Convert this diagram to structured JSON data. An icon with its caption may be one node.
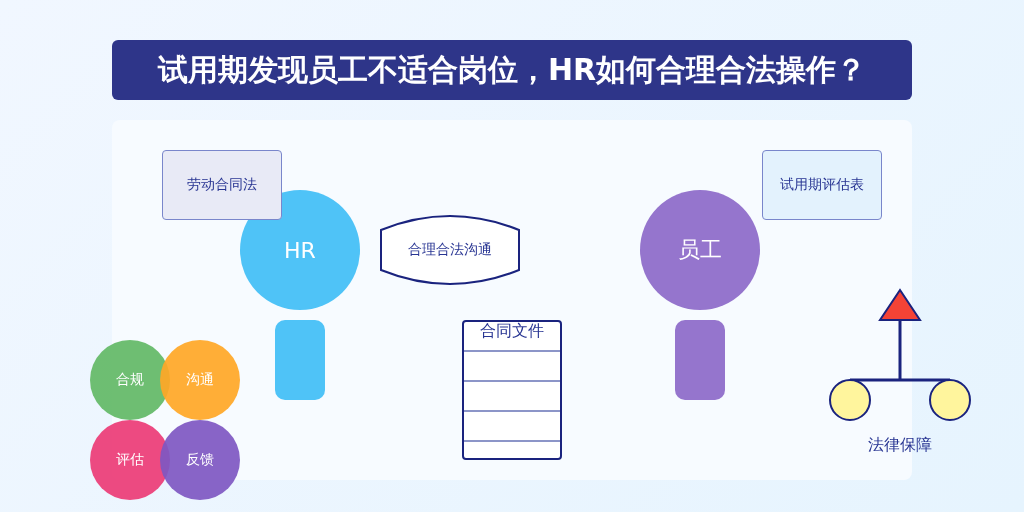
{
  "diagram": {
    "title": "试用期发现员工不适合岗位，HR如何合理合法操作？",
    "nodes": [
      {
        "text": [
          "劳动合同法"
        ]
      },
      {
        "text": [
          "试用期评估表"
        ]
      },
      {
        "text": [
          "HR"
        ]
      },
      {
        "text": [
          "合理合法沟通"
        ]
      },
      {
        "text": [
          "员工"
        ]
      },
      {
        "text": [],
        "shape": "box"
      },
      {
        "text": [
          "合同文件"
        ]
      },
      {
        "text": [],
        "shape": "box"
      },
      {
        "text": [
          "合规"
        ]
      },
      {
        "text": [
          "沟通"
        ]
      },
      {
        "text": [
          "评估"
        ]
      },
      {
        "text": [
          "反馈"
        ]
      }
    ],
    "labels": [
      "法律保障"
    ]
  }
}
